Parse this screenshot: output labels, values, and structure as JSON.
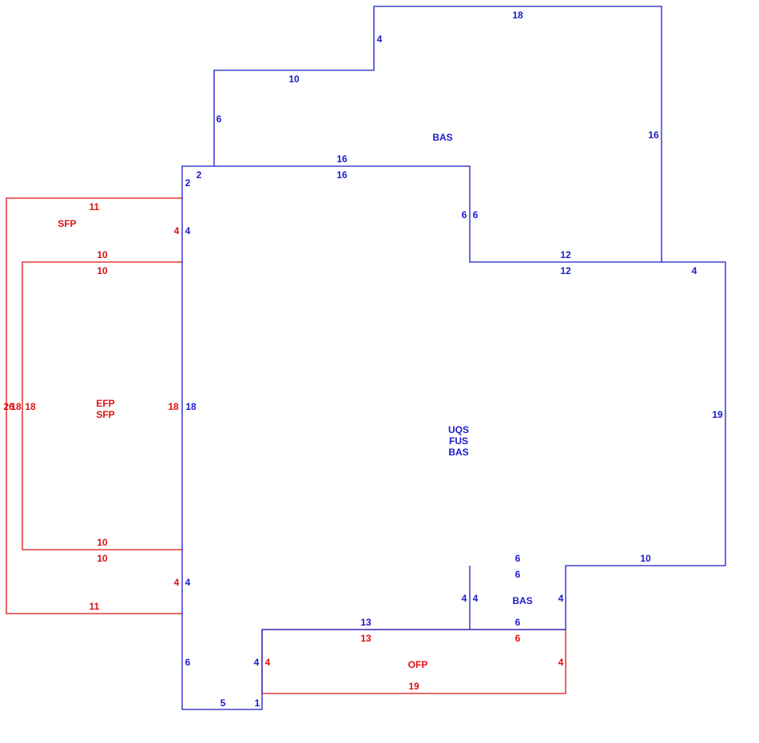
{
  "colors": {
    "main": "#1a1acc",
    "secondary": "#e01010",
    "background": "#ffffff"
  },
  "areas": {
    "bas_upper": "BAS",
    "sfp_top": "SFP",
    "efp": "EFP",
    "sfp_mid": "SFP",
    "uqs": "UQS",
    "fus": "FUS",
    "bas_main": "BAS",
    "bas_lower": "BAS",
    "ofp": "OFP"
  },
  "dims": {
    "d18_top": "18",
    "d4_step": "4",
    "d10_upper": "10",
    "d6_left_upper": "6",
    "d16_right_upper": "16",
    "d16_shared_a": "16",
    "d16_shared_b": "16",
    "d2_a": "2",
    "d2_b": "2",
    "d6_inner_a": "6",
    "d6_inner_b": "6",
    "d12_a": "12",
    "d12_b": "12",
    "d4_right_top": "4",
    "d19_right": "19",
    "d11_top": "11",
    "d4_left_top_red": "4",
    "d4_left_top_blue": "4",
    "d10_efp_top_a": "10",
    "d10_efp_top_b": "10",
    "d26_left": "26",
    "d18_efp_left": "18",
    "d18_left_red": "18",
    "d18_left_blue": "18",
    "d10_efp_bottom_a": "10",
    "d10_efp_bottom_b": "10",
    "d4_left_bottom_red": "4",
    "d4_left_bottom_blue": "4",
    "d11_bottom": "11",
    "d6_bas_top_a": "6",
    "d6_bas_top_b": "6",
    "d10_right_bottom": "10",
    "d4_bas_left_a": "4",
    "d4_bas_left_b": "4",
    "d4_bas_right": "4",
    "d13_a": "13",
    "d13_b": "13",
    "d6_bas_bottom_a": "6",
    "d6_bas_bottom_b": "6",
    "d6_left_lower": "6",
    "d4_ofp_left_blue": "4",
    "d4_ofp_left_red": "4",
    "d4_ofp_right": "4",
    "d19_ofp_bottom": "19",
    "d5_bottom": "5",
    "d1_bottom": "1"
  }
}
